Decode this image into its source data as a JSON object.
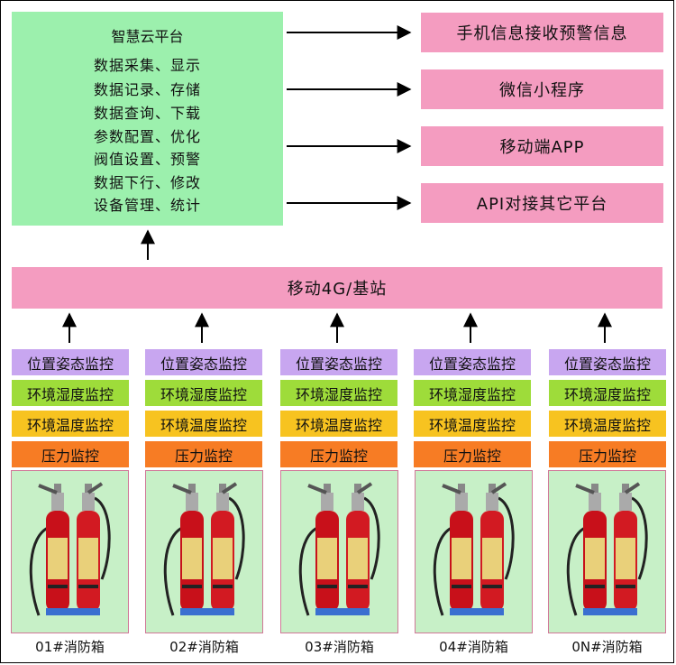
{
  "cloud": {
    "title": "智慧云平台",
    "features": [
      "数据采集、显示",
      "数据记录、存储",
      "数据查询、下载",
      "参数配置、优化",
      "阀值设置、预警",
      "数据下行、修改",
      "设备管理、统计"
    ]
  },
  "outputs": [
    "手机信息接收预警信息",
    "微信小程序",
    "移动端APP",
    "API对接其它平台"
  ],
  "station": "移动4G/基站",
  "monitors": [
    "位置姿态监控",
    "环境湿度监控",
    "环境温度监控",
    "压力监控"
  ],
  "boxes": [
    "01#消防箱",
    "02#消防箱",
    "03#消防箱",
    "04#消防箱",
    "0N#消防箱"
  ],
  "colors": {
    "cloud": "#9cf0ad",
    "outputs": "#f49cc0",
    "station": "#f49cc0",
    "monitor_position": "#c8a6f0",
    "monitor_humidity": "#9edc3a",
    "monitor_temperature": "#f7c320",
    "monitor_pressure": "#f77c24",
    "extinguisher": "#c8101a"
  }
}
